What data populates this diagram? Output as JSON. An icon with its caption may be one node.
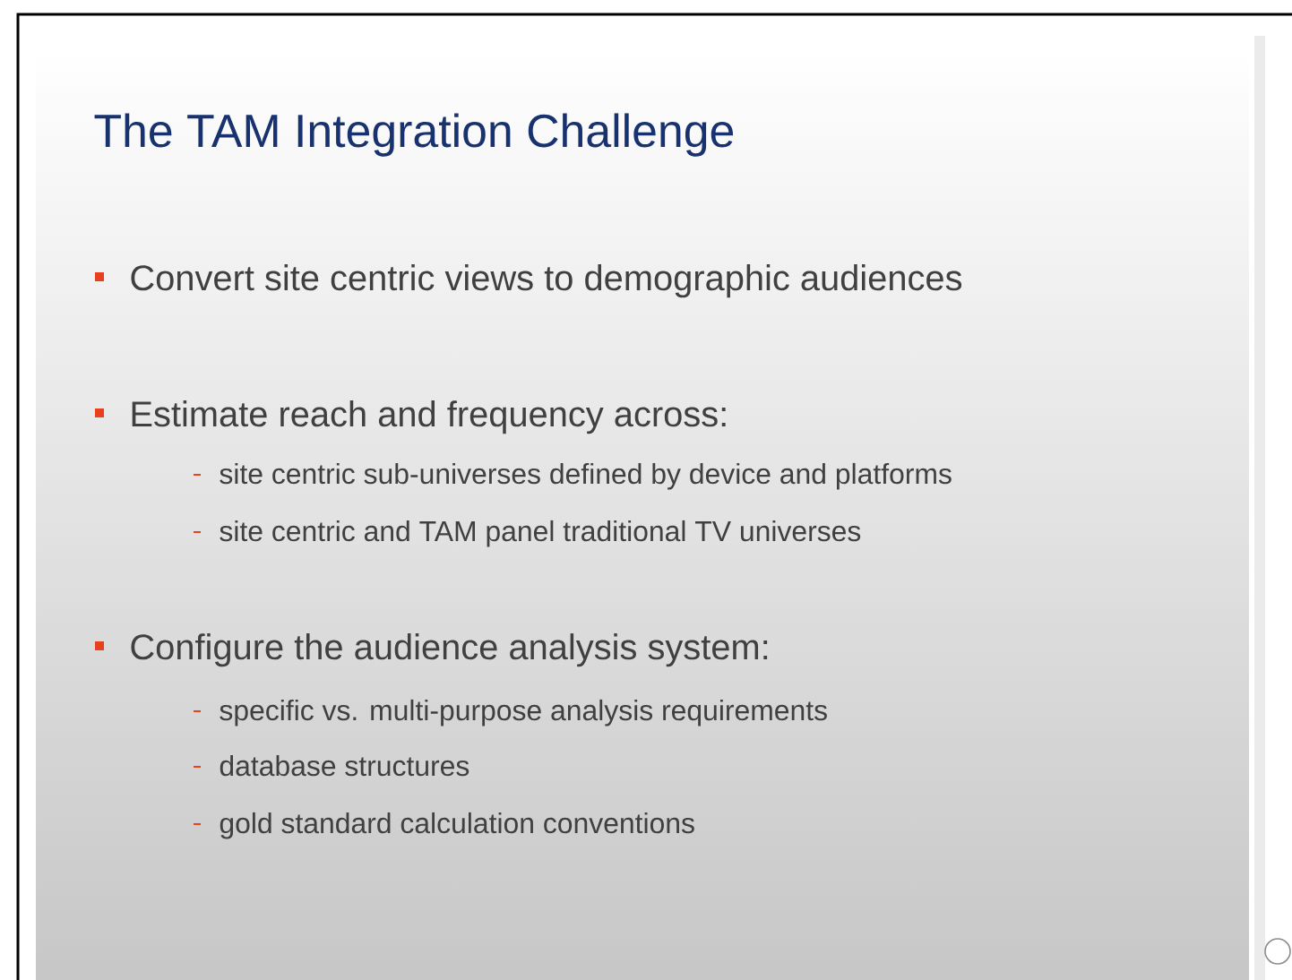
{
  "diagram": {
    "title": "The TAM Integration Challenge",
    "labels": [
      "Convert site centric views to demographic audiences",
      "Estimate reach and frequency across:",
      "site centric sub-universes defined by device and platforms",
      "site centric and TAM panel traditional TV universes",
      "Configure the audience analysis system:",
      "specific vs. multi-purpose analysis requirements",
      "database structures",
      "gold standard calculation conventions"
    ]
  }
}
